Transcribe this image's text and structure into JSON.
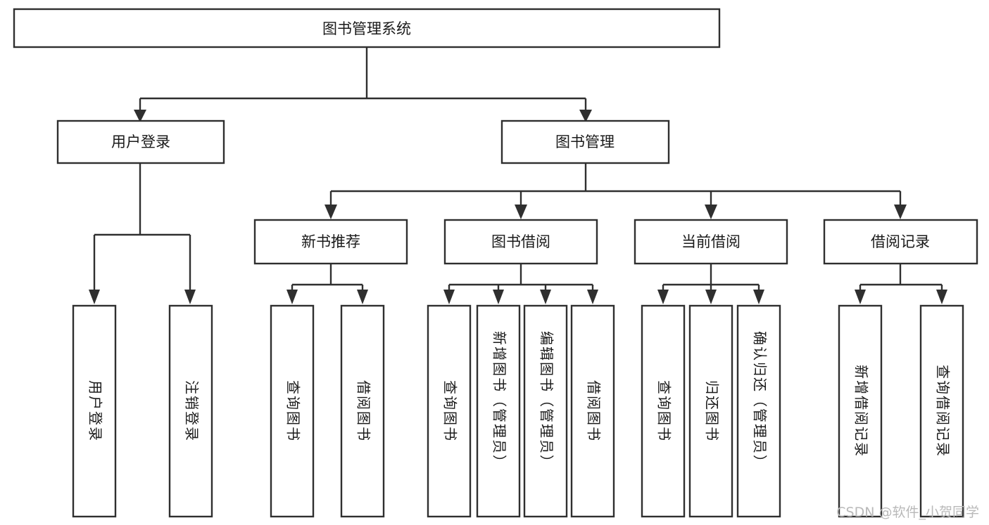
{
  "diagram": {
    "title": "图书管理系统",
    "type": "tree",
    "orientation": "top-down",
    "background_color": "#ffffff",
    "line_color": "#2f2f2f",
    "text_color": "#1a1a1a",
    "watermark": "CSDN @软件_小贺同学",
    "levels": {
      "root": {
        "id": "root",
        "label": "图书管理系统",
        "orientation": "horizontal"
      },
      "level1": [
        {
          "id": "user-login",
          "label": "用户登录",
          "orientation": "horizontal"
        },
        {
          "id": "book-manage",
          "label": "图书管理",
          "orientation": "horizontal"
        }
      ],
      "level2": [
        {
          "id": "new-book-recommend",
          "label": "新书推荐",
          "orientation": "horizontal",
          "parent": "book-manage"
        },
        {
          "id": "book-borrow",
          "label": "图书借阅",
          "orientation": "horizontal",
          "parent": "book-manage"
        },
        {
          "id": "current-borrow",
          "label": "当前借阅",
          "orientation": "horizontal",
          "parent": "book-manage"
        },
        {
          "id": "borrow-record",
          "label": "借阅记录",
          "orientation": "horizontal",
          "parent": "book-manage"
        }
      ],
      "leaves": [
        {
          "id": "leaf-user-login",
          "label": "用户登录",
          "orientation": "vertical",
          "parent": "user-login"
        },
        {
          "id": "leaf-user-logout",
          "label": "注销登录",
          "orientation": "vertical",
          "parent": "user-login"
        },
        {
          "id": "leaf-query-book-1",
          "label": "查询图书",
          "orientation": "vertical",
          "parent": "new-book-recommend"
        },
        {
          "id": "leaf-borrow-book-1",
          "label": "借阅图书",
          "orientation": "vertical",
          "parent": "new-book-recommend"
        },
        {
          "id": "leaf-query-book-2",
          "label": "查询图书",
          "orientation": "vertical",
          "parent": "book-borrow"
        },
        {
          "id": "leaf-add-book",
          "label": "新增图书（管理员）",
          "orientation": "vertical",
          "parent": "book-borrow"
        },
        {
          "id": "leaf-edit-book",
          "label": "编辑图书（管理员）",
          "orientation": "vertical",
          "parent": "book-borrow"
        },
        {
          "id": "leaf-borrow-book-2",
          "label": "借阅图书",
          "orientation": "vertical",
          "parent": "book-borrow"
        },
        {
          "id": "leaf-query-book-3",
          "label": "查询图书",
          "orientation": "vertical",
          "parent": "current-borrow"
        },
        {
          "id": "leaf-return-book",
          "label": "归还图书",
          "orientation": "vertical",
          "parent": "current-borrow"
        },
        {
          "id": "leaf-confirm-return",
          "label": "确认归还（管理员）",
          "orientation": "vertical",
          "parent": "current-borrow"
        },
        {
          "id": "leaf-add-record",
          "label": "新增借阅记录",
          "orientation": "vertical",
          "parent": "borrow-record"
        },
        {
          "id": "leaf-query-record",
          "label": "查询借阅记录",
          "orientation": "vertical",
          "parent": "borrow-record"
        }
      ]
    }
  }
}
